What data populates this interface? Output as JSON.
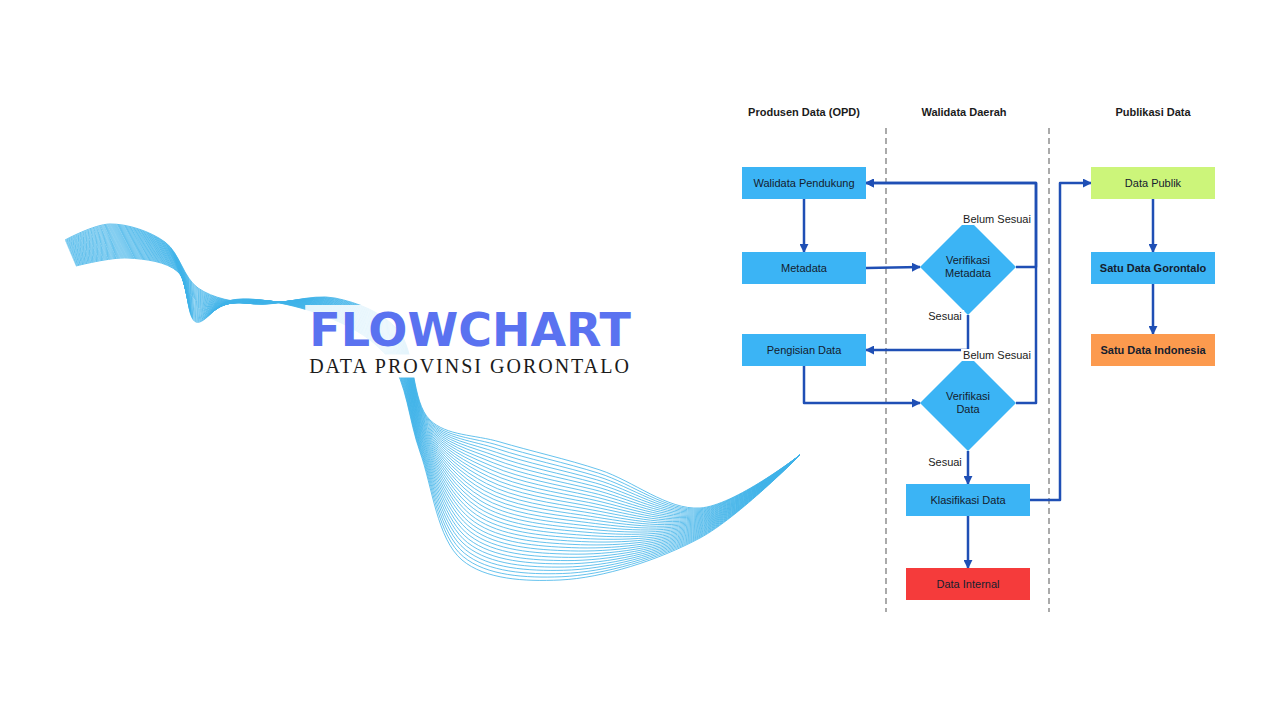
{
  "diagram": {
    "title": "FLOWCHART",
    "caption": "DATA PROVINSI GORONTALO",
    "nodes": [
      {
        "text": [
          "Walidata Pendukung"
        ]
      },
      {
        "text": [
          "Metadata"
        ]
      },
      {
        "text": [
          "Verifikasi Metadata"
        ]
      },
      {
        "text": [
          "Pengisian Data"
        ]
      },
      {
        "text": [
          "Verifikasi Data"
        ]
      },
      {
        "text": [
          "Klasifikasi Data"
        ]
      },
      {
        "text": [
          "Data Internal"
        ]
      },
      {
        "text": [
          "Data Publik"
        ]
      },
      {
        "text": [
          "Satu Data Gorontalo"
        ]
      },
      {
        "text": [
          "Satu Data Indonesia"
        ]
      }
    ],
    "edges": [
      {
        "from": 0,
        "to": 1,
        "arrow": "to"
      },
      {
        "from": 1,
        "to": 2,
        "arrow": "to"
      },
      {
        "from": 2,
        "to": 0,
        "label": "Belum Sesuai",
        "arrow": "to"
      },
      {
        "from": 2,
        "to": 3,
        "label": "Sesuai",
        "arrow": "to"
      },
      {
        "from": 3,
        "to": 4,
        "arrow": "to"
      },
      {
        "from": 4,
        "to": 0,
        "label": "Belum Sesuai",
        "arrow": "to"
      },
      {
        "from": 4,
        "to": 5,
        "label": "Sesuai",
        "arrow": "to"
      },
      {
        "from": 5,
        "to": 6,
        "arrow": "to"
      },
      {
        "from": 5,
        "to": 7,
        "arrow": "to"
      },
      {
        "from": 7,
        "to": 8,
        "arrow": "to"
      },
      {
        "from": 8,
        "to": 9,
        "arrow": "to"
      }
    ],
    "labels": [
      "Produsen Data (OPD)",
      "Walidata Daerah",
      "Publikasi Data"
    ]
  }
}
